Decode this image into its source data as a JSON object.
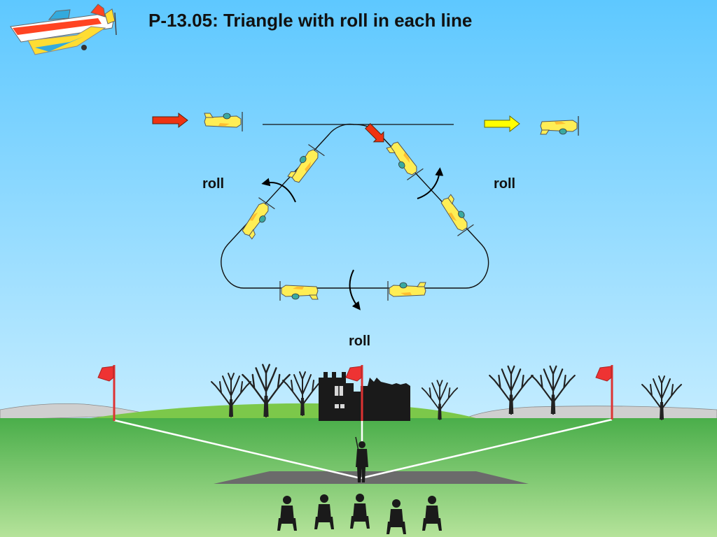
{
  "title": "P-13.05: Triangle with roll in each line",
  "labels": {
    "roll_left": "roll",
    "roll_right": "roll",
    "roll_bottom": "roll"
  },
  "colors": {
    "sky_top": "#5ec8ff",
    "sky_bottom": "#c3ecff",
    "grass_top": "#4aae4a",
    "grass_bottom": "#b5e39a",
    "entry_arrow": "#ee3311",
    "exit_arrow": "#ffff00",
    "plane_body": "#ffee55",
    "canopy": "#3aa9a0",
    "flag": "#ee3333",
    "runway": "#6b6b6b"
  },
  "icons": {
    "logo": "aerobatic-plane-icon",
    "plane": "small-plane-icon",
    "roll": "curved-roll-arrow-icon",
    "entry": "entry-arrow-icon",
    "exit": "exit-arrow-icon"
  }
}
